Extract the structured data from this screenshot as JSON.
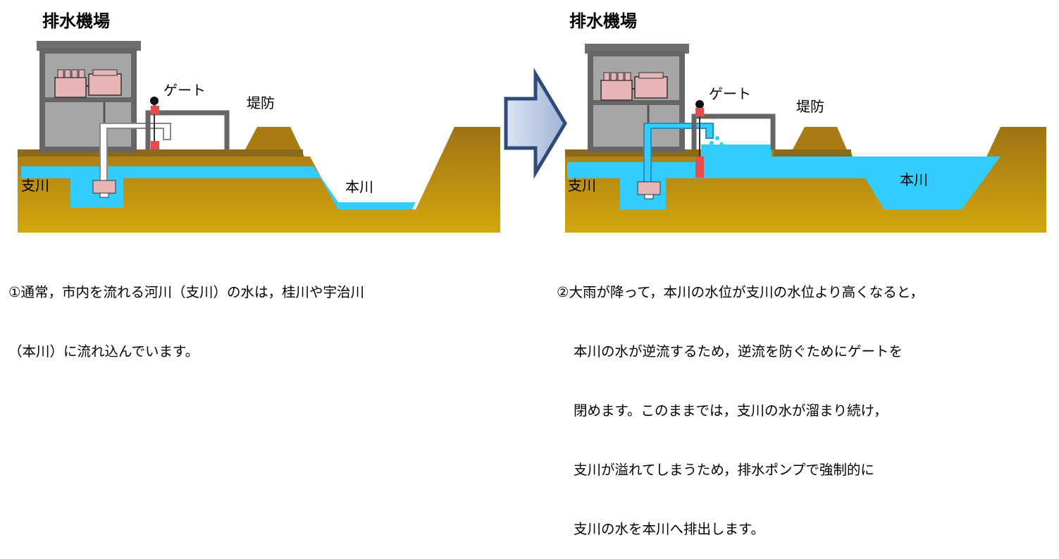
{
  "panel1": {
    "station_label": "排水機場",
    "gate_label": "ゲート",
    "levee_label": "堤防",
    "tributary_label": "支川",
    "main_river_label": "本川",
    "caption": [
      "①通常，市内を流れる河川（支川）の水は，桂川や宇治川",
      "（本川）に流れ込んでいます。"
    ]
  },
  "panel2": {
    "station_label": "排水機場",
    "gate_label": "ゲート",
    "levee_label": "堤防",
    "tributary_label": "支川",
    "main_river_label": "本川",
    "caption": [
      "②大雨が降って，本川の水位が支川の水位より高くなると，",
      "本川の水が逆流するため，逆流を防ぐためにゲートを",
      "閉めます。このままでは，支川の水が溜まり続け，",
      "支川が溢れてしまうため，排水ポンプで強制的に",
      "支川の水を本川へ排出します。"
    ]
  },
  "colors": {
    "ground": "#c8960f",
    "ground_dark": "#a07414",
    "water": "#33ccff",
    "building": "#a6a6a6",
    "building_outline": "#5a5a5a",
    "pump": "#e6b4b4",
    "gate": "#e84c4c",
    "arrow_fill": "#b8c8e0",
    "arrow_stroke": "#2e4a7a"
  }
}
